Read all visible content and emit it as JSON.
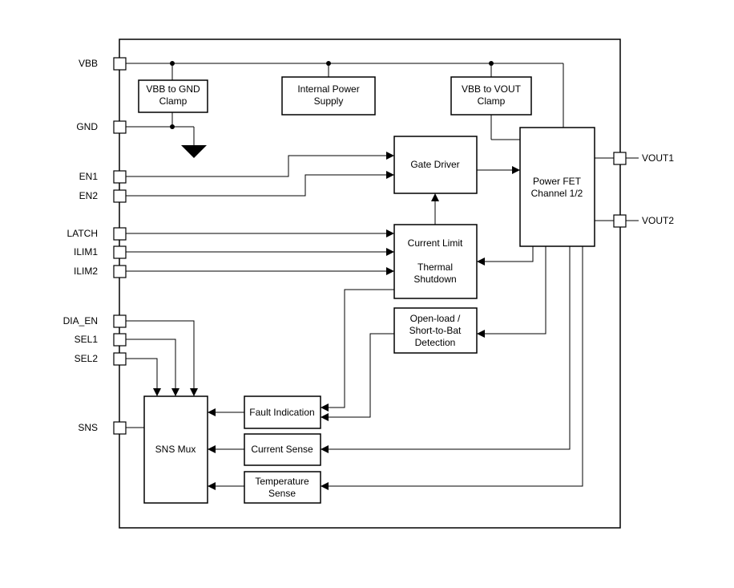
{
  "diagram": {
    "pins_left": {
      "vbb": "VBB",
      "gnd": "GND",
      "en1": "EN1",
      "en2": "EN2",
      "latch": "LATCH",
      "ilim1": "ILIM1",
      "ilim2": "ILIM2",
      "dia_en": "DIA_EN",
      "sel1": "SEL1",
      "sel2": "SEL2",
      "sns": "SNS"
    },
    "pins_right": {
      "vout1": "VOUT1",
      "vout2": "VOUT2"
    },
    "blocks": {
      "vbb_gnd_clamp": [
        "VBB to GND",
        "Clamp"
      ],
      "internal_power_supply": [
        "Internal Power",
        "Supply"
      ],
      "vbb_vout_clamp": [
        "VBB to VOUT",
        "Clamp"
      ],
      "gate_driver": [
        "Gate Driver"
      ],
      "power_fet": [
        "Power FET",
        "Channel 1/2"
      ],
      "current_limit": [
        "Current Limit",
        "",
        "Thermal",
        "Shutdown"
      ],
      "open_load": [
        "Open-load /",
        "Short-to-Bat",
        "Detection"
      ],
      "fault_indication": [
        "Fault Indication"
      ],
      "current_sense": [
        "Current Sense"
      ],
      "temperature_sense": [
        "Temperature",
        "Sense"
      ],
      "sns_mux": [
        "SNS Mux"
      ]
    }
  }
}
